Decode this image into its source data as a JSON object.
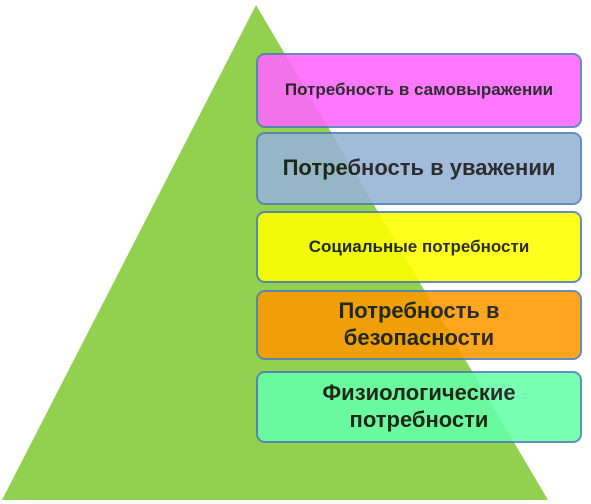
{
  "diagram": {
    "pyramid_color": "#92d050",
    "levels": [
      {
        "label": "Потребность в самовыражении",
        "color": "#ff66ff"
      },
      {
        "label": "Потребность в уважении",
        "color": "#95b3d7"
      },
      {
        "label": "Социальные потребности",
        "color": "#ffff00"
      },
      {
        "label": "Потребность в безопасности",
        "color": "#ff9900"
      },
      {
        "label": "Физиологические потребности",
        "color": "#66ffaa"
      }
    ]
  }
}
